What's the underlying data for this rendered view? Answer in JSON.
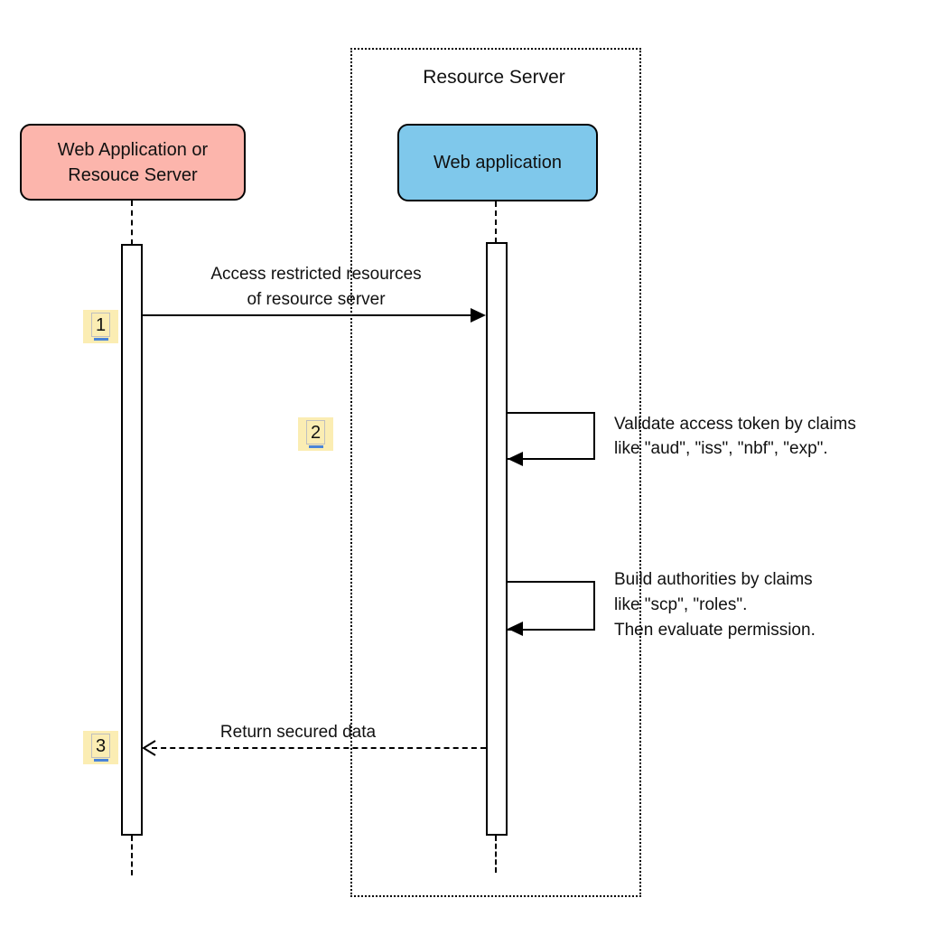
{
  "diagram": {
    "frame_title": "Resource Server",
    "actors": [
      {
        "id": "client",
        "label": "Web Application or\nResouce Server",
        "fill": "#fcb5ac"
      },
      {
        "id": "webapp",
        "label": "Web application",
        "fill": "#7fc8eb"
      }
    ],
    "messages": [
      {
        "seq": "1",
        "type": "solid-arrow",
        "from": "Web Application or Resouce Server",
        "to": "Web application",
        "text": "Access restricted resources\nof resource server"
      },
      {
        "seq": "2",
        "type": "self-message",
        "on": "Web application",
        "text": "Validate access token by claims\nlike \"aud\", \"iss\", \"nbf\", \"exp\"."
      },
      {
        "type": "self-message",
        "on": "Web application",
        "text": "Build authorities by claims\nlike \"scp\", \"roles\".\nThen evaluate permission."
      },
      {
        "seq": "3",
        "type": "dashed-return",
        "from": "Web application",
        "to": "Web Application or Resouce Server",
        "text": "Return secured data"
      }
    ],
    "colors": {
      "client_fill": "#fcb5ac",
      "server_fill": "#7fc8eb",
      "seq_label_bg": "#fbedb3",
      "seq_underline": "#4a84d8",
      "stroke": "#000000",
      "background": "#ffffff"
    }
  }
}
